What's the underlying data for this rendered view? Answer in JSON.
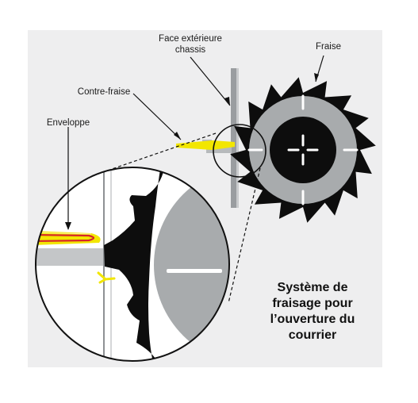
{
  "labels": {
    "face_line1": "Face extérieure",
    "face_line2": "chassis",
    "fraise": "Fraise",
    "contre_fraise": "Contre-fraise",
    "enveloppe": "Enveloppe"
  },
  "caption": {
    "line1": "Système de",
    "line2": "fraisage pour",
    "line3": "l’ouverture du",
    "line4": "courrier"
  },
  "colors": {
    "panel": "#eeeeef",
    "cutter_gray": "#a8abad",
    "teeth": "#0d0d0d",
    "envelope_yellow": "#f2e600",
    "envelope_red": "#d6262a",
    "text": "#111111"
  }
}
